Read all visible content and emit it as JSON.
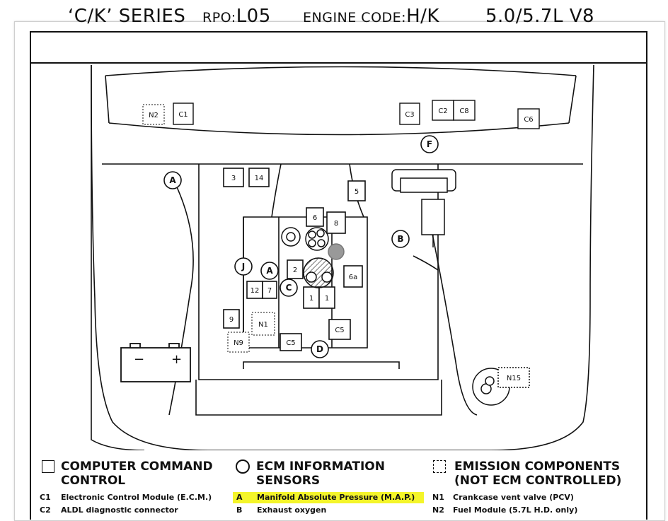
{
  "header": {
    "series": "‘C/K’ SERIES",
    "rpo_label": "RPO:",
    "rpo_value": "L05",
    "engine_code_label": "ENGINE CODE:",
    "engine_code_value": "H/K",
    "displacement": "5.0/5.7L  V8"
  },
  "labels": {
    "n2": "N2",
    "c1": "C1",
    "c3": "C3",
    "c2": "C2",
    "c8": "C8",
    "c6": "C6",
    "f": "F",
    "a_left": "A",
    "a_mid": "A",
    "b": "B",
    "c": "C",
    "d": "D",
    "j": "J",
    "n3": "3",
    "n14": "14",
    "n5": "5",
    "n6": "6",
    "n8": "8",
    "n2c": "2",
    "n6a": "6a",
    "n12": "12",
    "n7": "7",
    "n1a": "1",
    "n1b": "1",
    "n9": "9",
    "n1": "N1",
    "n9e": "N9",
    "c5a": "C5",
    "c5b": "C5",
    "n15": "N15",
    "batt_minus": "−",
    "batt_plus": "+"
  },
  "legend": {
    "computer_command": [
      "COMPUTER COMMAND",
      "CONTROL"
    ],
    "ecm_info": [
      "ECM INFORMATION",
      "SENSORS"
    ],
    "emission": [
      "EMISSION COMPONENTS",
      "(NOT ECM CONTROLLED)"
    ],
    "items": [
      {
        "code": "C1",
        "text": "Electronic Control Module (E.C.M.)"
      },
      {
        "code": "C2",
        "text": "ALDL diagnostic connector"
      },
      {
        "code": "A",
        "text": "Manifold Absolute Pressure (M.A.P.)"
      },
      {
        "code": "B",
        "text": "Exhaust oxygen"
      },
      {
        "code": "N1",
        "text": "Crankcase vent valve (PCV)"
      },
      {
        "code": "N2",
        "text": "Fuel Module (5.7L H.D. only)"
      }
    ]
  },
  "colors": {
    "highlight": "#f4f52a",
    "ink": "#111111"
  }
}
